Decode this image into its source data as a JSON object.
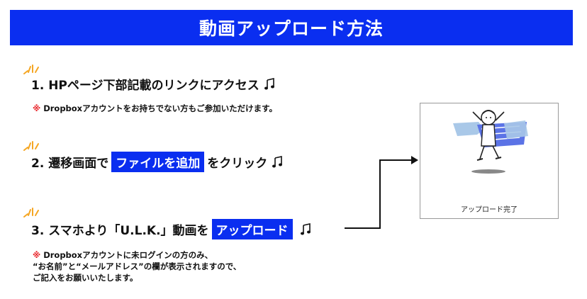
{
  "header": {
    "title": "動画アップロード方法"
  },
  "steps": [
    {
      "prefix": "1. HPページ下部記載のリンクにアクセス",
      "highlight": "",
      "suffix": ""
    },
    {
      "prefix": "2. 遷移画面で",
      "highlight": "ファイルを追加",
      "suffix": "をクリック"
    },
    {
      "prefix": "3. スマホより「U.L.K.」動画を",
      "highlight": "アップロード",
      "suffix": ""
    }
  ],
  "notes": {
    "note1": {
      "mark": "※",
      "text": "Dropboxアカウントをお持ちでない方もご参加いただけます。"
    },
    "note2": {
      "mark": "※",
      "line1": "Dropboxアカウントに未ログインの方のみ、",
      "line2": "“お名前”と“メールアドレス”の欄が表示されますので、",
      "line3": "ご記入をお願いいたします。"
    }
  },
  "preview": {
    "caption": "アップロード完了"
  },
  "icons": {
    "music": "music-note-icon",
    "spark": "spark-icon"
  },
  "colors": {
    "accent": "#0a2ef0",
    "note_mark": "#e8262b",
    "spark": "#f5a623"
  }
}
